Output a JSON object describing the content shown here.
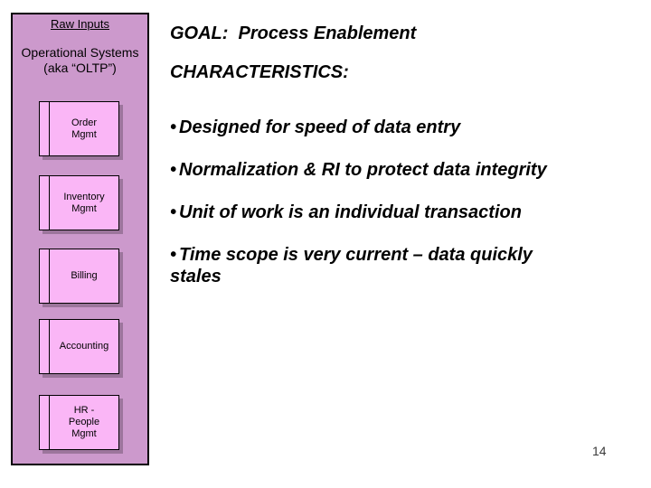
{
  "slide": {
    "page_number": "14",
    "background_color": "#FFFFFF"
  },
  "sidebar": {
    "title": "Raw Inputs",
    "subtitle_line1": "Operational Systems",
    "subtitle_line2": "(aka “OLTP”)",
    "bg_color": "#CC99CC",
    "border_color": "#000000",
    "box_fill_color": "#FAB6F6",
    "box_shadow_color": "#9C759C",
    "boxes": [
      {
        "label": "Order\nMgmt"
      },
      {
        "label": "Inventory\nMgmt"
      },
      {
        "label": "Billing"
      },
      {
        "label": "Accounting"
      },
      {
        "label": "HR -\nPeople\nMgmt"
      }
    ]
  },
  "main": {
    "goal_heading": "GOAL:  Process Enablement",
    "characteristics_heading": "CHARACTERISTICS:",
    "bullet_char": "•",
    "bullets": [
      "Designed for speed of data entry",
      "Normalization & RI to protect data integrity",
      "Unit of work is an individual transaction",
      "Time scope is very current – data quickly stales"
    ]
  }
}
